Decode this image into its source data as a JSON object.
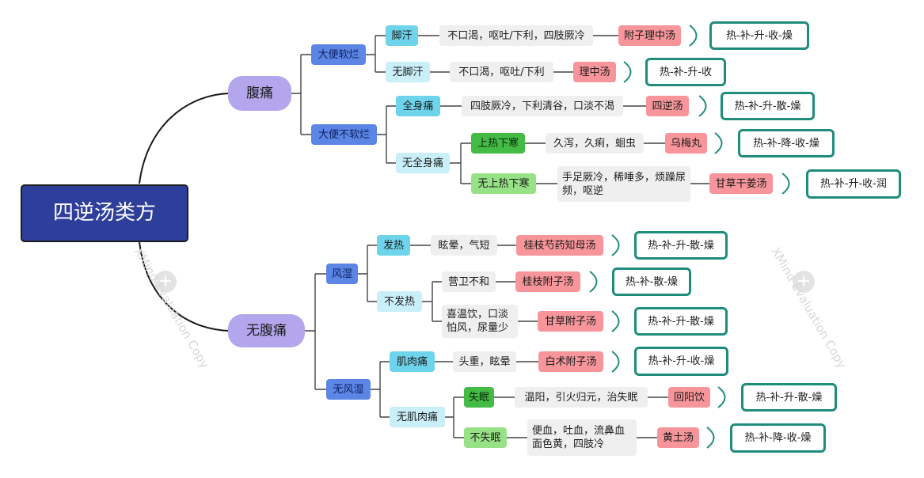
{
  "root": "四逆汤类方",
  "branches": {
    "abdominal_pain": "腹痛",
    "no_abdominal_pain": "无腹痛"
  },
  "stool_soft": "大便软烂",
  "stool_not_soft": "大便不软烂",
  "wind_damp": "风湿",
  "no_wind_damp": "无风湿",
  "rows": [
    {
      "condition": "脚汗",
      "symptoms": "不口渴，呕吐/下利，四肢厥冷",
      "formula": "附子理中汤",
      "props": "热-补-升-收-燥"
    },
    {
      "condition": "无脚汗",
      "symptoms": "不口渴，呕吐/下利",
      "formula": "理中汤",
      "props": "热-补-升-收"
    },
    {
      "condition": "全身痛",
      "symptoms": "四肢厥冷，下利清谷，口淡不渴",
      "formula": "四逆汤",
      "props": "热-补-升-散-燥"
    },
    {
      "condition": "上热下寒",
      "symptoms": "久泻，久痢，蛔虫",
      "formula": "乌梅丸",
      "props": "热-补-降-收-燥"
    },
    {
      "condition": "无上热下寒",
      "symptoms": "手足厥冷，稀唾多，烦躁尿频，呕逆",
      "formula": "甘草干姜汤",
      "props": "热-补-升-收-润"
    },
    {
      "condition": "发热",
      "symptoms": "眩晕，气短",
      "formula": "桂枝芍药知母汤",
      "props": "热-补-升-散-燥"
    },
    {
      "condition": "营卫不和",
      "symptoms": "",
      "formula": "桂枝附子汤",
      "props": "热-补-散-燥"
    },
    {
      "condition": "喜温饮，口淡怕风，尿量少",
      "symptoms": "",
      "formula": "甘草附子汤",
      "props": "热-补-升-散-燥"
    },
    {
      "condition": "肌肉痛",
      "symptoms": "头重，眩晕",
      "formula": "白术附子汤",
      "props": "热-补-升-收-燥"
    },
    {
      "condition": "失眠",
      "symptoms": "温阳，引火归元，治失眠",
      "formula": "回阳饮",
      "props": "热-补-升-散-燥"
    },
    {
      "condition": "不失眠",
      "symptoms": "便血，吐血，流鼻血面色黄，四肢冷",
      "formula": "黄土汤",
      "props": "热-补-降-收-燥"
    }
  ],
  "whole_body_pain_none": "无全身痛",
  "no_fever": "不发热",
  "no_muscle_pain": "无肌肉痛",
  "watermark": "XMind Evaluation Copy",
  "colors": {
    "root_fill": "#2e3e9b",
    "level1_fill": "#b3a6ec",
    "level2_fill": "#5b86e5",
    "level3_fill": "#6dd4ec",
    "symptom_fill": "#efefef",
    "formula_fill": "#f7959a",
    "property_border": "#1f8c7c",
    "line": "#1a1a1a"
  }
}
